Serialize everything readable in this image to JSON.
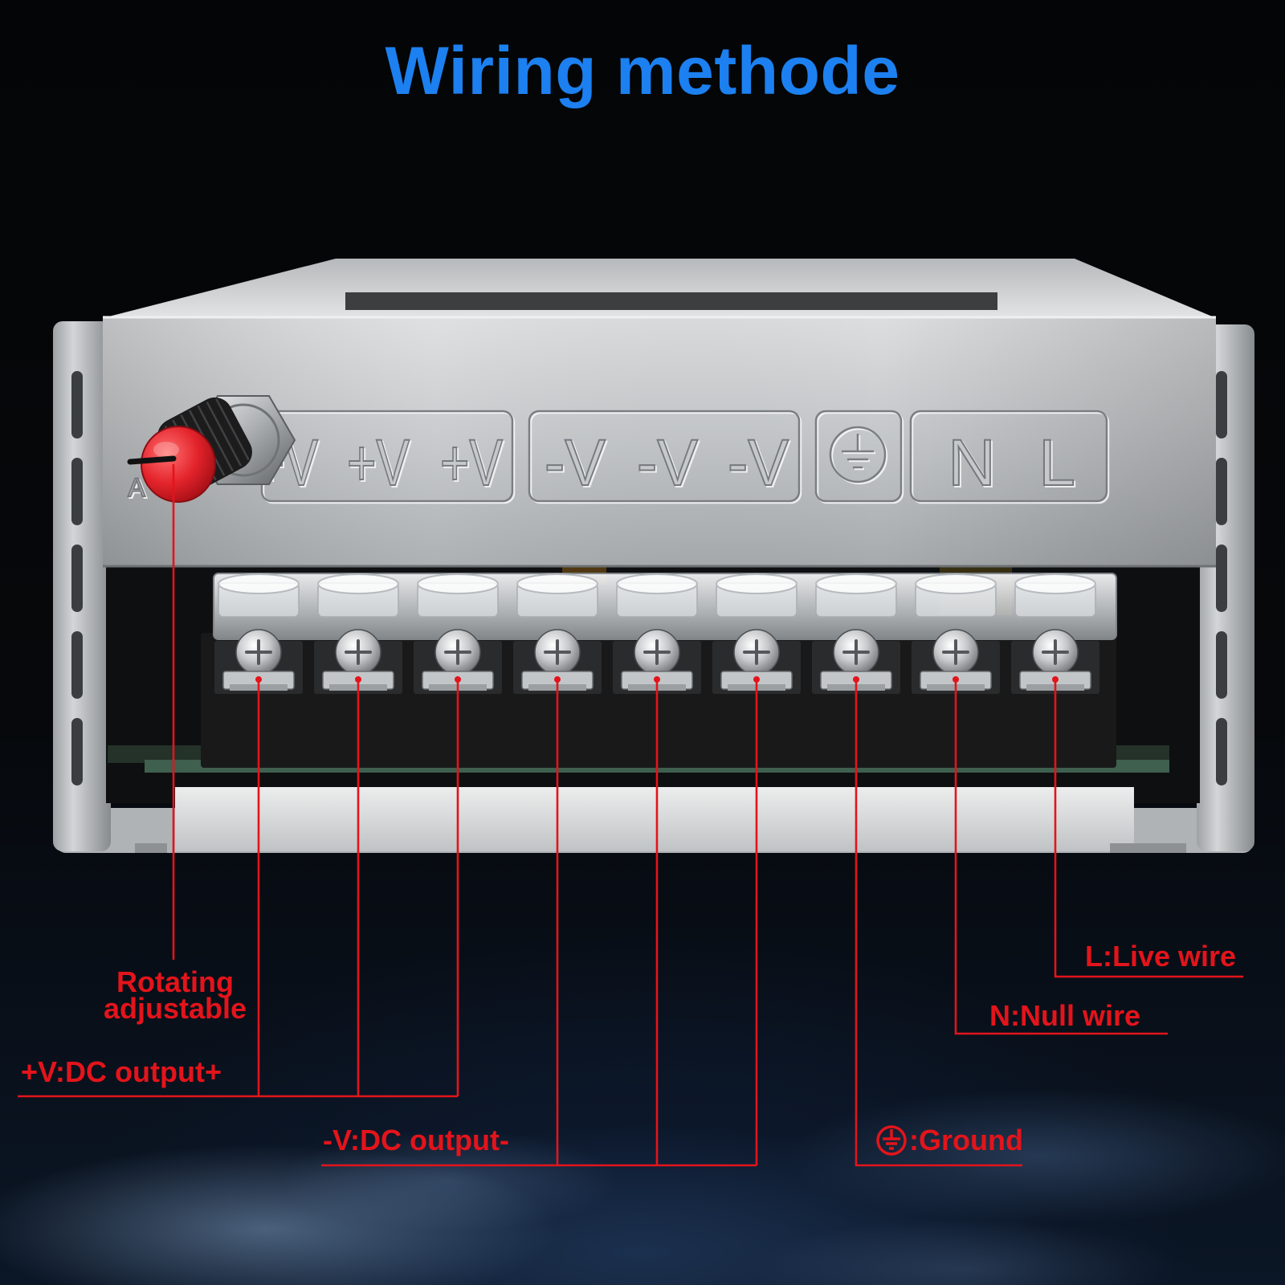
{
  "title": "Wiring methode",
  "panel": {
    "adj": "A",
    "plus_v": [
      "+V",
      "+V",
      "+V"
    ],
    "minus_v": [
      "-V",
      "-V",
      "-V"
    ],
    "neutral": "N",
    "live": "L"
  },
  "callouts": {
    "knob": [
      "Rotating",
      "adjustable"
    ],
    "plus_v": "+V:DC output+",
    "minus_v": "-V:DC output-",
    "ground": ":Ground",
    "neutral": "N:Null wire",
    "live": "L:Live wire"
  },
  "icons": {
    "panel_ground": "ground-symbol-icon",
    "callout_ground": "ground-symbol-icon"
  },
  "colors": {
    "title": "#1c80f0",
    "callout": "#e3141b",
    "knob": "#e3232b",
    "background": "#050607"
  }
}
